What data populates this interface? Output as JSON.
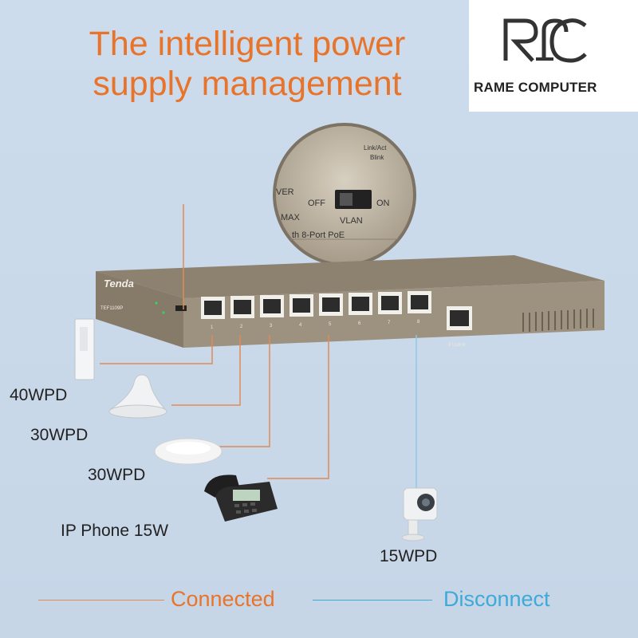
{
  "headline": {
    "line1": "The intelligent power",
    "line2": "supply management"
  },
  "logo": {
    "text": "RAME COMPUTER"
  },
  "zoom_inset": {
    "text_ver": "VER",
    "text_max": "MAX",
    "switch_off": "OFF",
    "switch_on": "ON",
    "switch_label": "VLAN",
    "model_text": "th 8-Port PoE",
    "link_text": "Link/Act",
    "blink_text": "Blink"
  },
  "device": {
    "brand": "Tenda",
    "model": "TEF1109P",
    "port_numbers": [
      "1",
      "2",
      "3",
      "4",
      "5",
      "6",
      "7",
      "8"
    ],
    "uplink_label": "9 Uplink"
  },
  "devices": [
    {
      "label": "40WPD"
    },
    {
      "label": "30WPD"
    },
    {
      "label": "30WPD"
    },
    {
      "label": "IP Phone 15W"
    },
    {
      "label": "15WPD"
    }
  ],
  "legend": {
    "connected": "Connected",
    "disconnect": "Disconnect"
  },
  "colors": {
    "accent": "#e8742c",
    "disconnect": "#3fa9d8",
    "connected_line": "#e08a55"
  }
}
